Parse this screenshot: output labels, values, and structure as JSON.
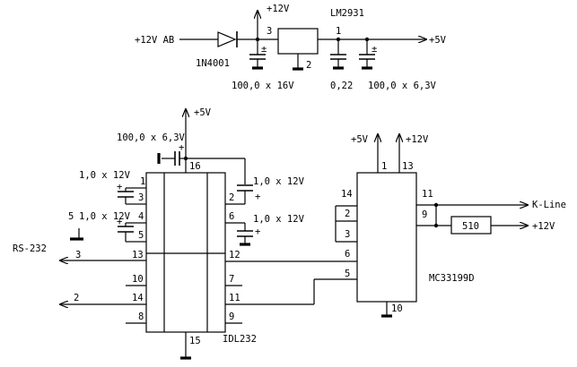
{
  "supply": {
    "in_label": "+12V AB",
    "diode": "1N4001",
    "regulator": "LM2931",
    "reg_in_pin": "3",
    "reg_out_pin": "1",
    "reg_gnd_pin": "2",
    "reg_top_label": "+12V",
    "cap1": "100,0 x 16V",
    "cap2": "0,22",
    "cap3": "100,0 x 6,3V",
    "out_label": "+5V",
    "cap_pol": "±"
  },
  "max": {
    "name": "IDL232",
    "vcc": "+5V",
    "vcc_cap": "100,0 x 6,3V",
    "cap_a": "1,0 x 12V",
    "cap_b": "1,0 x 12V",
    "cap_c": "1,0 x 12V",
    "cap_d": "1,0 x 12V",
    "pin_labels": {
      "p1": "1",
      "p2": "2",
      "p3": "3",
      "p4": "4",
      "p5": "5",
      "p6": "6",
      "p7": "7",
      "p8": "8",
      "p9": "9",
      "p10": "10",
      "p11": "11",
      "p12": "12",
      "p13": "13",
      "p14": "14",
      "p15": "15",
      "p16": "16"
    },
    "rs_label": "RS-232",
    "line3": "3",
    "line2": "2",
    "line5": "5",
    "plus": "+"
  },
  "mc": {
    "name": "MC33199D",
    "vcc5": "+5V",
    "vcc12": "+12V",
    "pins": {
      "p1": "1",
      "p2": "2",
      "p3": "3",
      "p5": "5",
      "p6": "6",
      "p9": "9",
      "p10": "10",
      "p11": "11",
      "p13": "13",
      "p14": "14"
    },
    "kline": "K-Line",
    "resistor": "510",
    "rail12": "+12V"
  }
}
